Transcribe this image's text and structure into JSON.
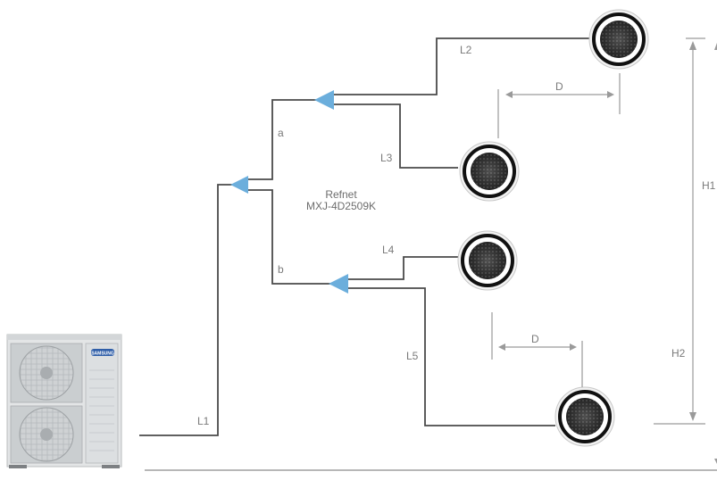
{
  "outdoor_unit": {
    "brand": "SAMSUNG"
  },
  "refnet": {
    "title": "Refnet",
    "model": "MXJ-4D2509K"
  },
  "pipe_labels": {
    "L1": "L1",
    "L2": "L2",
    "L3": "L3",
    "L4": "L4",
    "L5": "L5",
    "a": "a",
    "b": "b"
  },
  "dimension_labels": {
    "D_upper": "D",
    "D_lower": "D",
    "H1": "H1",
    "H2": "H2"
  },
  "colors": {
    "pipe": "#4a4a4a",
    "refnet_arrow": "#6baedc",
    "dimension": "#9a9a9a",
    "unit_body": "#e3e5e6"
  }
}
